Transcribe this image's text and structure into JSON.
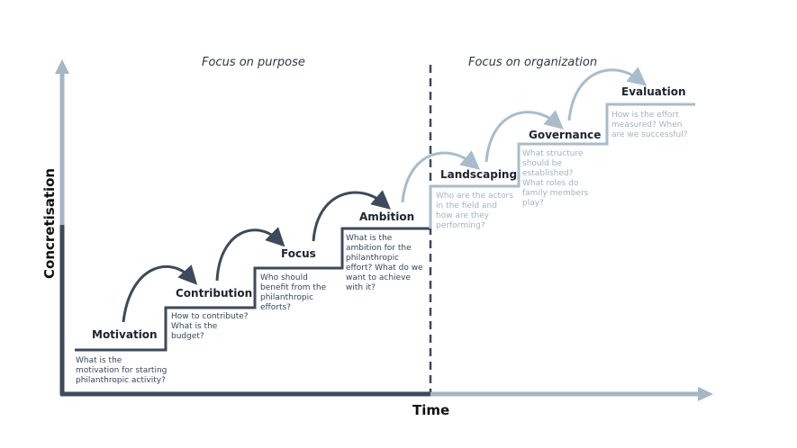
{
  "phases": {
    "left": "Focus on purpose",
    "right": "Focus on organization"
  },
  "axes": {
    "x_label": "Time",
    "y_label": "Concretisation"
  },
  "steps": [
    {
      "title": "Motivation",
      "desc": "What is the\nmotivation for starting\nphilanthropic activity?"
    },
    {
      "title": "Contribution",
      "desc": "How to contribute?\nWhat is the\nbudget?"
    },
    {
      "title": "Focus",
      "desc": "Who should\nbenefit from the\nphilanthropic\nefforts?"
    },
    {
      "title": "Ambition",
      "desc": "What is the\nambition for the\nphilanthropic\neffort? What do we\nwant to achieve\nwith it?"
    },
    {
      "title": "Landscaping",
      "desc": "Who are the actors\nin the field and\nhow are they\nperforming?"
    },
    {
      "title": "Governance",
      "desc": "What structure\nshould be\nestablished?\nWhat roles do\nfamily members\nplay?"
    },
    {
      "title": "Evaluation",
      "desc": "How is the effort\nmeasured? When\nare we successful?"
    }
  ],
  "colors": {
    "dark": "#3d4a5c",
    "light": "#a9bccb",
    "axis_dark": "#3d4a5c",
    "axis_light": "#a5b6c4"
  }
}
